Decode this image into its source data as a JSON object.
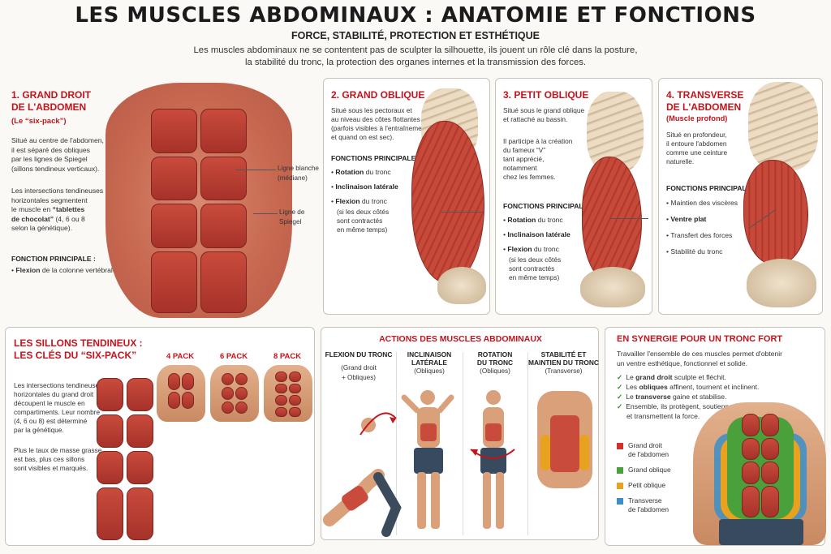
{
  "header": {
    "title": "LES MUSCLES ABDOMINAUX : ANATOMIE ET FONCTIONS",
    "subtitle": "FORCE, STABILITÉ, PROTECTION ET ESTHÉTIQUE",
    "intro_line1": "Les muscles abdominaux ne se contentent pas de sculpter la silhouette, ils jouent un rôle clé dans la posture,",
    "intro_line2": "la stabilité du tronc, la protection des organes internes et la transmission des forces."
  },
  "grand_droit": {
    "title_line1": "1. GRAND DROIT",
    "title_line2": "DE L'ABDOMEN",
    "nickname": "(Le “six-pack”)",
    "desc1": [
      "Situé au centre de l'abdomen,",
      "il est séparé des obliques",
      "par les lignes de Spiegel",
      "(sillons tendineux verticaux)."
    ],
    "desc2_a": [
      "Les intersections tendineuses",
      "horizontales segmentent",
      "le muscle en "
    ],
    "desc2_bold1": "“tablettes",
    "desc2_bold2": "de chocolat”",
    "desc2_tail1": " (4, 6 ou 8",
    "desc2_tail2": "selon la génétique).",
    "fn_label": "FONCTION PRINCIPALE :",
    "fn_bold": "Flexion",
    "fn_rest": " de la colonne vertébrale",
    "label_ligne_blanche_1": "Ligne blanche",
    "label_ligne_blanche_2": "(médiane)",
    "label_spiegel_1": "Ligne de",
    "label_spiegel_2": "Spiegel"
  },
  "grand_oblique": {
    "title": "2. GRAND OBLIQUE",
    "desc": [
      "Situé sous les pectoraux et",
      "au niveau des côtes flottantes",
      "(parfois visibles à l'entraînement",
      "et quand on est sec)."
    ],
    "fn_label": "FONCTIONS PRINCIPALES :",
    "f1_bold": "Rotation",
    "f1_rest": " du tronc",
    "f2_bold": "Inclinaison latérale",
    "f3_bold": "Flexion",
    "f3_rest": " du tronc",
    "f3_sub": [
      "(si les deux côtés",
      "sont contractés",
      "en même temps)"
    ]
  },
  "petit_oblique": {
    "title": "3. PETIT OBLIQUE",
    "desc1": [
      "Situé sous le grand oblique",
      "et rattaché au bassin."
    ],
    "desc2": [
      "Il participe à la création",
      "du fameux “V”",
      "tant apprécié,",
      "notamment",
      "chez les femmes."
    ],
    "fn_label": "FONCTIONS PRINCIPALES :",
    "f1_bold": "Rotation",
    "f1_rest": " du tronc",
    "f2_bold": "Inclinaison latérale",
    "f3_bold": "Flexion",
    "f3_rest": " du tronc",
    "f3_sub": [
      "(si les deux côtés",
      "sont contractés",
      "en même temps)"
    ]
  },
  "transverse": {
    "title_line1": "4. TRANSVERSE",
    "title_line2": "DE L'ABDOMEN",
    "nickname": "(Muscle profond)",
    "desc": [
      "Situé en profondeur,",
      "il entoure l'abdomen",
      "comme une ceinture",
      "naturelle."
    ],
    "fn_label": "FONCTIONS PRINCIPALES :",
    "f1": "Maintien des viscères",
    "f2": "Ventre plat",
    "f3": "Transfert des forces",
    "f4": "Stabilité du tronc"
  },
  "sillons": {
    "title_line1": "LES SILLONS TENDINEUX :",
    "title_line2": "LES CLÉS DU “SIX-PACK”",
    "pack4": "4 PACK",
    "pack6": "6 PACK",
    "pack8": "8 PACK",
    "desc1": [
      "Les intersections tendineuses",
      "horizontales du grand droit",
      "découpent le muscle en",
      "compartiments. Leur nombre",
      "(4, 6 ou 8) est déterminé",
      "par la génétique."
    ],
    "desc2": [
      "Plus le taux de masse grasse",
      "est bas, plus ces sillons",
      "sont visibles et marqués."
    ]
  },
  "actions": {
    "title": "ACTIONS DES MUSCLES ABDOMINAUX",
    "a1_l1": "FLEXION DU TRONC",
    "a1_sub1": "(Grand droit",
    "a1_sub2": "+ Obliques)",
    "a2_l1": "INCLINAISON",
    "a2_l2": "LATÉRALE",
    "a2_sub": "(Obliques)",
    "a3_l1": "ROTATION",
    "a3_l2": "DU TRONC",
    "a3_sub": "(Obliques)",
    "a4_l1": "STABILITÉ ET",
    "a4_l2": "MAINTIEN DU TRONC",
    "a4_sub": "(Transverse)"
  },
  "synergie": {
    "title": "EN SYNERGIE POUR UN TRONC FORT",
    "intro1": "Travailler l'ensemble de ces muscles permet d'obtenir",
    "intro2": "un ventre esthétique, fonctionnel et solide.",
    "c1_a": "Le ",
    "c1_b": "grand droit",
    "c1_c": " sculpte et fléchit.",
    "c2_a": "Les ",
    "c2_b": "obliques",
    "c2_c": " affinent, tournent et inclinent.",
    "c3_a": "Le ",
    "c3_b": "transverse",
    "c3_c": " gaine et stabilise.",
    "c4_1": "Ensemble, ils protègent, soutiennent",
    "c4_2": "et transmettent la force.",
    "leg1_1": "Grand droit",
    "leg1_2": "de l'abdomen",
    "leg2": "Grand oblique",
    "leg3": "Petit oblique",
    "leg4_1": "Transverse",
    "leg4_2": "de l'abdomen",
    "colors": {
      "grand_droit": "#d2312b",
      "grand_oblique": "#4aa13b",
      "petit_oblique": "#e8a21e",
      "transverse": "#3a8fc8"
    }
  }
}
